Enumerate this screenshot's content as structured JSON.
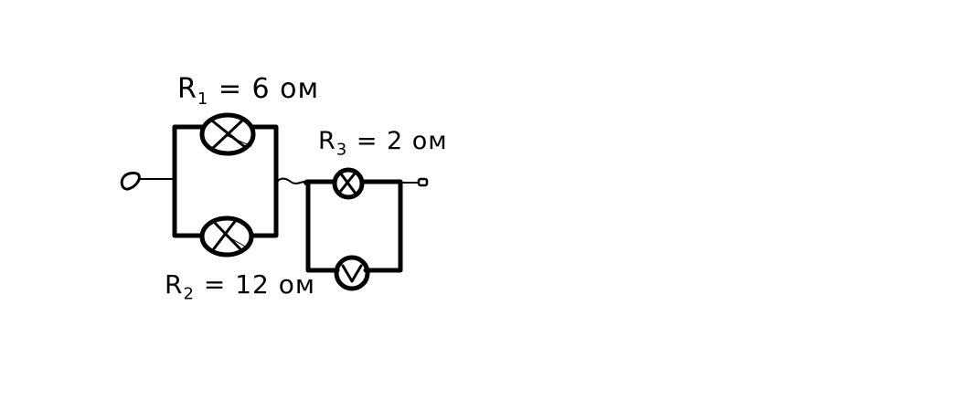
{
  "diagram": {
    "type": "electric-circuit",
    "style": "hand-drawn",
    "colors": {
      "background": "#ffffff",
      "ink": "#000000"
    },
    "labels": {
      "r1": {
        "symbol": "R",
        "index": "1",
        "text": "= 6 ом"
      },
      "r2": {
        "symbol": "R",
        "index": "2",
        "text": "= 12 ом"
      },
      "r3": {
        "symbol": "R",
        "index": "3",
        "text": "= 2 ом"
      }
    },
    "components": [
      {
        "id": "terminal-left",
        "kind": "terminal"
      },
      {
        "id": "lamp-r1",
        "kind": "lamp",
        "resistance": "6 ом",
        "branch": "parallel-top"
      },
      {
        "id": "lamp-r2",
        "kind": "lamp",
        "resistance": "12 ом",
        "branch": "parallel-bottom"
      },
      {
        "id": "lamp-r3",
        "kind": "lamp",
        "resistance": "2 ом",
        "branch": "series-top"
      },
      {
        "id": "voltmeter",
        "kind": "voltmeter",
        "symbol": "V",
        "branch": "parallel-to-r3"
      },
      {
        "id": "terminal-right",
        "kind": "terminal"
      }
    ]
  }
}
